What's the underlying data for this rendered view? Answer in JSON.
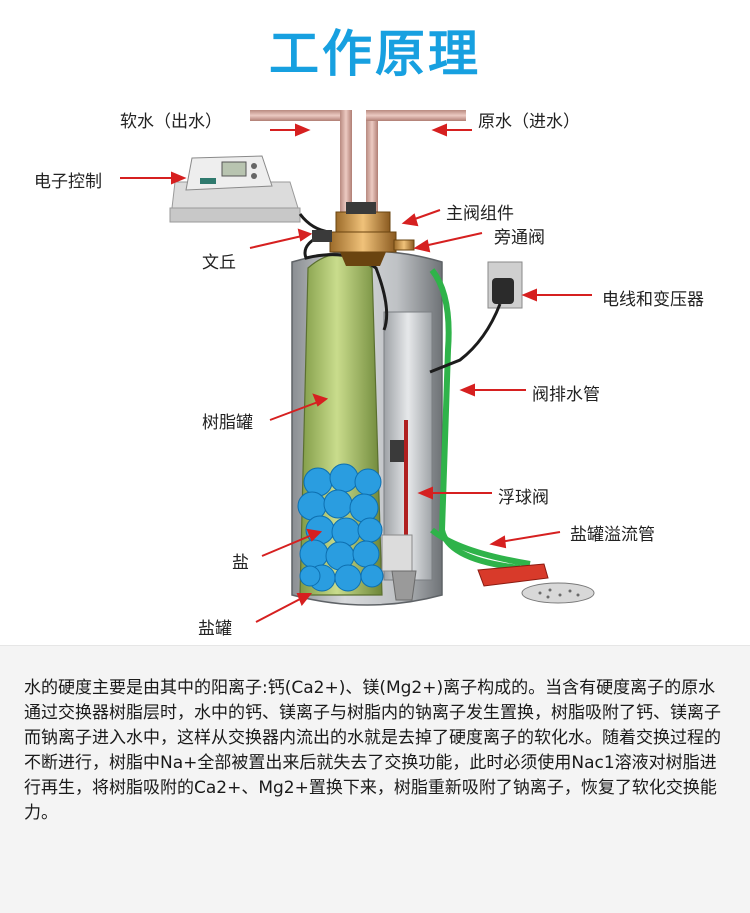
{
  "title": "工作原理",
  "labels": {
    "soft_water": "软水（出水）",
    "raw_water": "原水（进水）",
    "controller": "电子控制",
    "main_valve": "主阀组件",
    "bypass_valve": "旁通阀",
    "venturi": "文丘",
    "transformer": "电线和变压器",
    "resin_tank": "树脂罐",
    "drain_pipe": "阀排水管",
    "float_valve": "浮球阀",
    "salt": "盐",
    "overflow_pipe": "盐罐溢流管",
    "brine_tank": "盐罐"
  },
  "description": "水的硬度主要是由其中的阳离子:钙(Ca2+)、镁(Mg2+)离子构成的。当含有硬度离子的原水通过交换器树脂层时，水中的钙、镁离子与树脂内的钠离子发生置换，树脂吸附了钙、镁离子而钠离子进入水中，这样从交换器内流出的水就是去掉了硬度离子的软化水。随着交换过程的不断进行，树脂中Na+全部被置出来后就失去了交换功能，此时必须使用Nac1溶液对树脂进行再生，将树脂吸附的Ca2+、Mg2+置换下来，树脂重新吸附了钠离子，恢复了软化交换能力。",
  "colors": {
    "title": "#17a0e0",
    "arrow": "#d62020",
    "drain": "#2fb34a",
    "pipe": "#d2a9a0",
    "resin": "#a6bd6a",
    "salt": "#2a9de0"
  }
}
